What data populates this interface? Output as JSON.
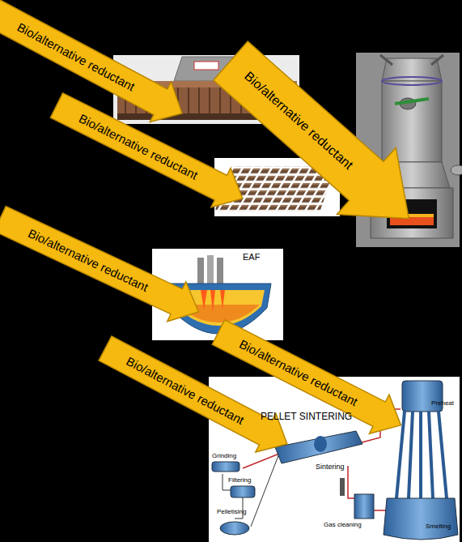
{
  "diagram": {
    "labels": [
      "Bio/alternative reductant",
      "Bio/alternative reductant",
      "Bio/alternative reductant",
      "Bio/alternative reductant",
      "EAF",
      "Bio/alternative reductant",
      "Bio/alternative reductant",
      "PELLET SINTERING",
      "Preheat",
      "Grinding",
      "Sintering",
      "Filtering",
      "Gas cleaning",
      "Pelletising",
      "Smelting"
    ]
  }
}
